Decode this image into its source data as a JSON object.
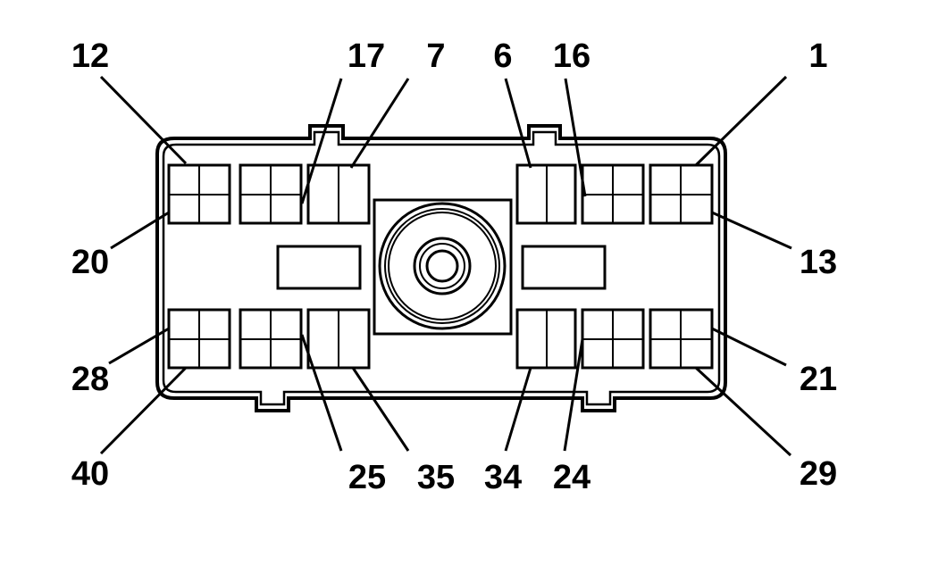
{
  "diagram": {
    "type": "connector-pinout",
    "colors": {
      "ink": "#000000",
      "background": "#ffffff"
    },
    "labels": {
      "top": [
        "12",
        "17",
        "7",
        "6",
        "16",
        "1"
      ],
      "left": [
        "20",
        "28",
        "40"
      ],
      "right": [
        "13",
        "21",
        "29"
      ],
      "bottom": [
        "25",
        "35",
        "34",
        "24"
      ]
    }
  }
}
